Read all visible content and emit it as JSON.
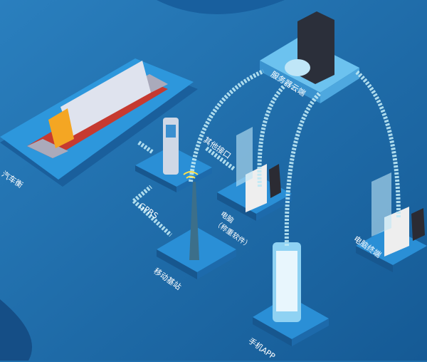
{
  "labels": {
    "truck_scale": "汽车衡",
    "gprs": "GPRS",
    "other_interface": "其他接口",
    "cloud_server": "服务器云端",
    "computer": "电脑",
    "computer_sub": "（称重软件）",
    "base_station": "移动基站",
    "mobile_app": "手机APP",
    "computer_terminal": "电脑终端"
  },
  "colors": {
    "background": "#1f6fae",
    "platform": "#2a8fd6",
    "link": "#bfe9f5",
    "truck_cab": "#f4a623",
    "scale_red": "#d9332b"
  }
}
